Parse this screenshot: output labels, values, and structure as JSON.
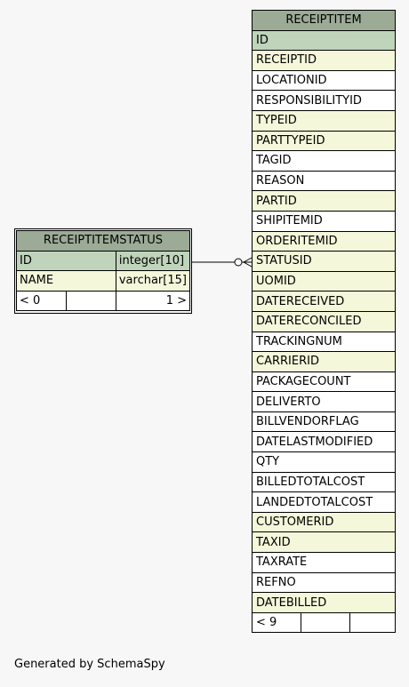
{
  "receiptitem": {
    "title": "RECEIPTITEM",
    "columns": [
      {
        "name": "ID",
        "kind": "pk"
      },
      {
        "name": "RECEIPTID",
        "kind": "fk"
      },
      {
        "name": "LOCATIONID",
        "kind": "plain"
      },
      {
        "name": "RESPONSIBILITYID",
        "kind": "plain"
      },
      {
        "name": "TYPEID",
        "kind": "fk"
      },
      {
        "name": "PARTTYPEID",
        "kind": "fk"
      },
      {
        "name": "TAGID",
        "kind": "plain"
      },
      {
        "name": "REASON",
        "kind": "plain"
      },
      {
        "name": "PARTID",
        "kind": "fk"
      },
      {
        "name": "SHIPITEMID",
        "kind": "plain"
      },
      {
        "name": "ORDERITEMID",
        "kind": "fk"
      },
      {
        "name": "STATUSID",
        "kind": "fk"
      },
      {
        "name": "UOMID",
        "kind": "fk"
      },
      {
        "name": "DATERECEIVED",
        "kind": "fk"
      },
      {
        "name": "DATERECONCILED",
        "kind": "fk"
      },
      {
        "name": "TRACKINGNUM",
        "kind": "plain"
      },
      {
        "name": "CARRIERID",
        "kind": "fk"
      },
      {
        "name": "PACKAGECOUNT",
        "kind": "plain"
      },
      {
        "name": "DELIVERTO",
        "kind": "plain"
      },
      {
        "name": "BILLVENDORFLAG",
        "kind": "plain"
      },
      {
        "name": "DATELASTMODIFIED",
        "kind": "plain"
      },
      {
        "name": "QTY",
        "kind": "plain"
      },
      {
        "name": "BILLEDTOTALCOST",
        "kind": "plain"
      },
      {
        "name": "LANDEDTOTALCOST",
        "kind": "plain"
      },
      {
        "name": "CUSTOMERID",
        "kind": "fk"
      },
      {
        "name": "TAXID",
        "kind": "fk"
      },
      {
        "name": "TAXRATE",
        "kind": "plain"
      },
      {
        "name": "REFNO",
        "kind": "plain"
      },
      {
        "name": "DATEBILLED",
        "kind": "fk"
      }
    ],
    "footer": {
      "parents": "< 9",
      "middle": "",
      "children": ""
    }
  },
  "receiptitemstatus": {
    "title": "RECEIPTITEMSTATUS",
    "columns": [
      {
        "name": "ID",
        "type": "integer[10]",
        "kind": "pk"
      },
      {
        "name": "NAME",
        "type": "varchar[15]",
        "kind": "fk"
      }
    ],
    "footer": {
      "parents": "< 0",
      "middle": "",
      "children": "1 >"
    }
  },
  "footnote": "Generated by SchemaSpy",
  "colors": {
    "header": "#9bab96",
    "primary_key": "#bfd4bb",
    "foreign_key": "#f4f7da",
    "background": "#f7f7f7"
  }
}
